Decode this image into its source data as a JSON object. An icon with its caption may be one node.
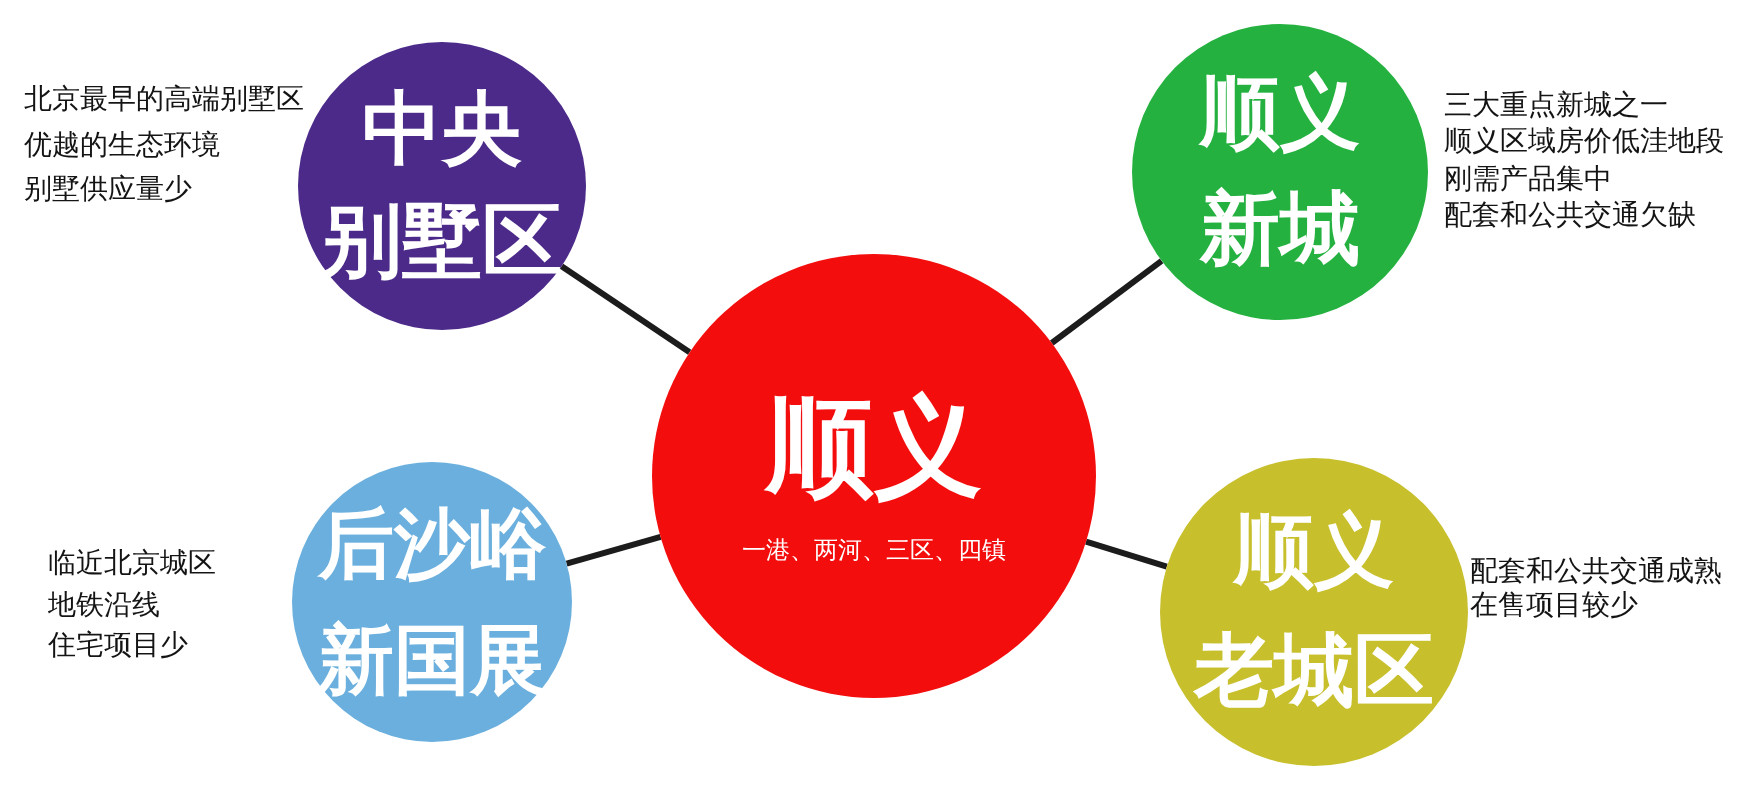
{
  "diagram": {
    "nodes": [
      {
        "text": [
          "中央别墅区"
        ],
        "beside": [
          "北京最早的高端别墅区",
          "优越的生态环境",
          "别墅供应量少"
        ]
      },
      {
        "text": [
          "顺义新城"
        ],
        "beside": [
          "三大重点新城之一",
          "顺义区域房价低洼地段",
          "刚需产品集中",
          "配套和公共交通欠缺"
        ]
      },
      {
        "text": [
          "顺义",
          "一港、两河、三区、四镇"
        ]
      },
      {
        "text": [
          "后沙峪新国展"
        ],
        "beside": [
          "临近北京城区",
          "地铁沿线",
          "住宅项目少"
        ]
      },
      {
        "text": [
          "顺义老城区"
        ],
        "beside": [
          "配套和公共交通成熟",
          "在售项目较少"
        ]
      }
    ],
    "edges": [
      {
        "from": 2,
        "to": 0,
        "arrow": "none"
      },
      {
        "from": 2,
        "to": 1,
        "arrow": "none"
      },
      {
        "from": 2,
        "to": 3,
        "arrow": "none"
      },
      {
        "from": 2,
        "to": 4,
        "arrow": "none"
      }
    ]
  }
}
